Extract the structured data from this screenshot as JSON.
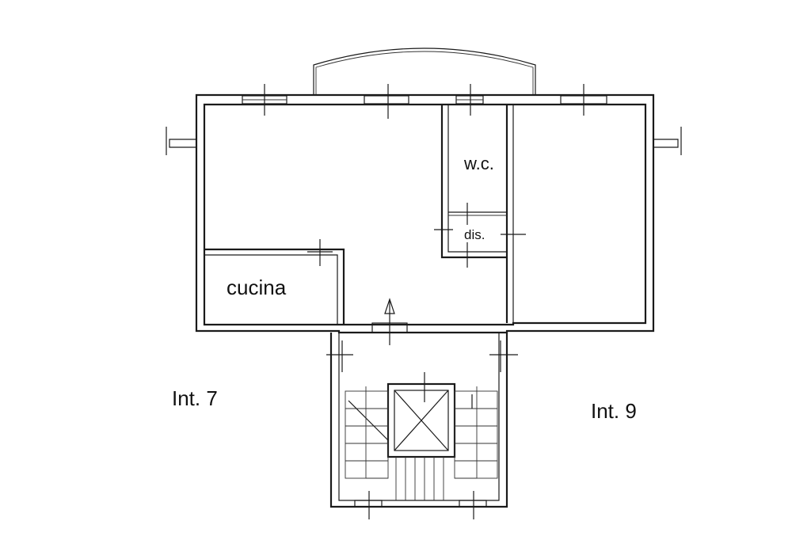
{
  "labels": {
    "cucina": "cucina",
    "wc": "w.c.",
    "dis": "dis.",
    "int7": "Int. 7",
    "int9": "Int. 9"
  },
  "colors": {
    "line": "#1a1a1a",
    "background": "#ffffff"
  }
}
